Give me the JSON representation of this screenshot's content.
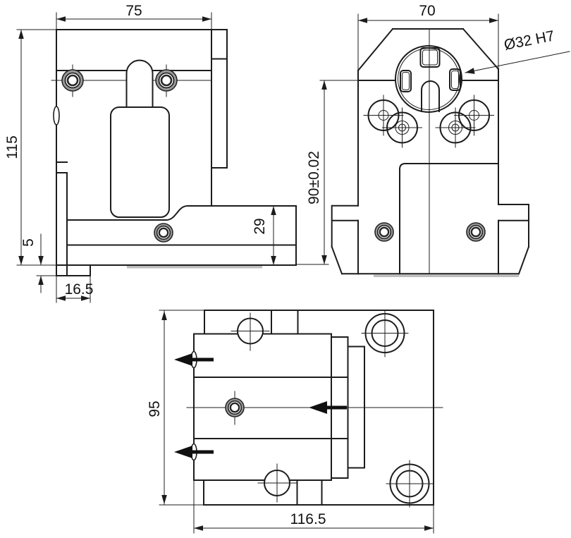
{
  "labels": {
    "front_width": "75",
    "front_height": "115",
    "front_base_height": "29",
    "front_foot_height": "5",
    "front_foot_width": "16.5",
    "side_width": "70",
    "side_height": "90±0.02",
    "bore": "Ø32 H7",
    "top_depth": "95",
    "top_length": "116.5"
  },
  "colors": {
    "line": "#1c1c1c",
    "steel_gray": "#9a9a9a",
    "shadow_gray": "#bdbdbd"
  }
}
